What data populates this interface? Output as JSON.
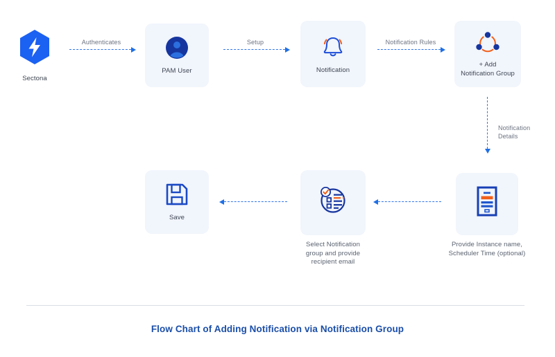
{
  "diagram": {
    "footer_title": "Flow Chart of Adding Notification via Notification Group",
    "logo": {
      "name": "sectona-logo",
      "caption": "Sectona",
      "shape": "hexagon",
      "fill": "#1b61f2",
      "glyph": "lightning-bolt"
    },
    "nodes": [
      {
        "id": "pam-user",
        "label": "PAM User",
        "icon": "user-avatar-icon",
        "icon_colors": {
          "circle": "#16359e",
          "person": "#2b6fe0"
        }
      },
      {
        "id": "notification",
        "label": "Notification",
        "icon": "bell-icon",
        "icon_colors": {
          "bell": "#1d4ed8",
          "arcs": "#f2601a"
        }
      },
      {
        "id": "add-notification-group",
        "label": "+ Add\nNotification Group",
        "icon": "group-network-icon",
        "icon_colors": {
          "dots": "#16359e",
          "arcs": "#f2601a"
        }
      },
      {
        "id": "provide-instance",
        "label": "",
        "outer_label": "Provide Instance name,\nScheduler Time (optional)",
        "icon": "form-document-icon",
        "icon_colors": {
          "frame": "#1840b5",
          "bars": "#1f56cc",
          "highlight": "#f2601a"
        }
      },
      {
        "id": "select-notification-group",
        "label": "",
        "outer_label": "Select Notification\ngroup and provide\nrecipient email",
        "icon": "checklist-icon",
        "icon_colors": {
          "outline": "#16359e",
          "check": "#f2601a"
        }
      },
      {
        "id": "save",
        "label": "Save",
        "icon": "floppy-disk-save-icon",
        "icon_colors": {
          "outline": "#1a49c4"
        }
      }
    ],
    "connectors": [
      {
        "id": "sectona-to-pam-user",
        "label": "Authenticates",
        "direction": "right"
      },
      {
        "id": "pam-user-to-notification",
        "label": "Setup",
        "direction": "right"
      },
      {
        "id": "notification-to-group",
        "label": "Notification Rules",
        "direction": "right"
      },
      {
        "id": "group-to-instance",
        "label": "Notification\nDetails",
        "direction": "down"
      },
      {
        "id": "instance-to-select",
        "label": "",
        "direction": "left"
      },
      {
        "id": "select-to-save",
        "label": "",
        "direction": "left"
      }
    ],
    "colors": {
      "box_bg": "#f1f5fc",
      "arrow": "#2f74e8",
      "brand_blue": "#1b61f2",
      "accent_orange": "#f2601a",
      "title_blue": "#1a4ea8"
    }
  }
}
